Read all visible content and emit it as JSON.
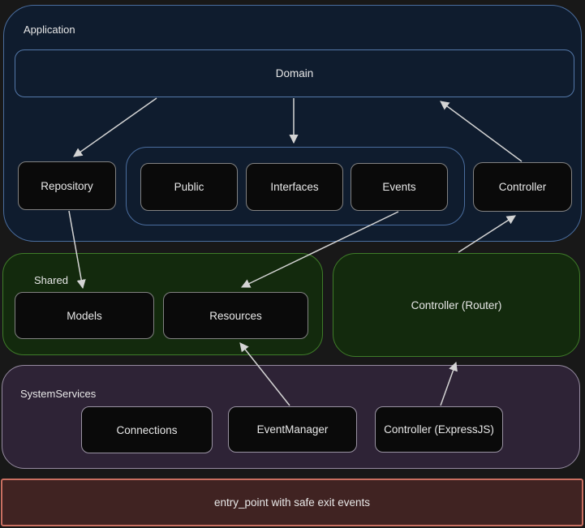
{
  "diagram": {
    "application": {
      "label": "Application",
      "nodes": {
        "domain": "Domain",
        "repository": "Repository",
        "public": "Public",
        "interfaces": "Interfaces",
        "events": "Events",
        "controller": "Controller"
      }
    },
    "shared": {
      "label": "Shared",
      "nodes": {
        "models": "Models",
        "resources": "Resources"
      }
    },
    "router": {
      "label": "Controller (Router)"
    },
    "system_services": {
      "label": "SystemServices",
      "nodes": {
        "connections": "Connections",
        "event_manager": "EventManager",
        "express": "Controller (ExpressJS)"
      }
    },
    "entry_point": {
      "label": "entry_point with safe exit events"
    },
    "edges": [
      {
        "from": "domain",
        "to": "repository"
      },
      {
        "from": "domain",
        "to": "application-group"
      },
      {
        "from": "controller",
        "to": "domain"
      },
      {
        "from": "repository",
        "to": "models"
      },
      {
        "from": "events",
        "to": "resources"
      },
      {
        "from": "event_manager",
        "to": "resources"
      },
      {
        "from": "express",
        "to": "router"
      },
      {
        "from": "router",
        "to": "controller"
      }
    ],
    "colors": {
      "page_background": "#181818",
      "application_fill": "#0f1c2e",
      "application_border": "#4a6d9e",
      "shared_fill": "#132a0d",
      "shared_border": "#3f7c29",
      "system_fill": "#2e2336",
      "system_border": "#968ba1",
      "entry_fill": "#402322",
      "entry_border": "#c96f61",
      "node_fill": "#0a0a0a",
      "node_border": "#828282",
      "arrow": "#d4d4d4",
      "text": "#e8e8e8"
    }
  }
}
